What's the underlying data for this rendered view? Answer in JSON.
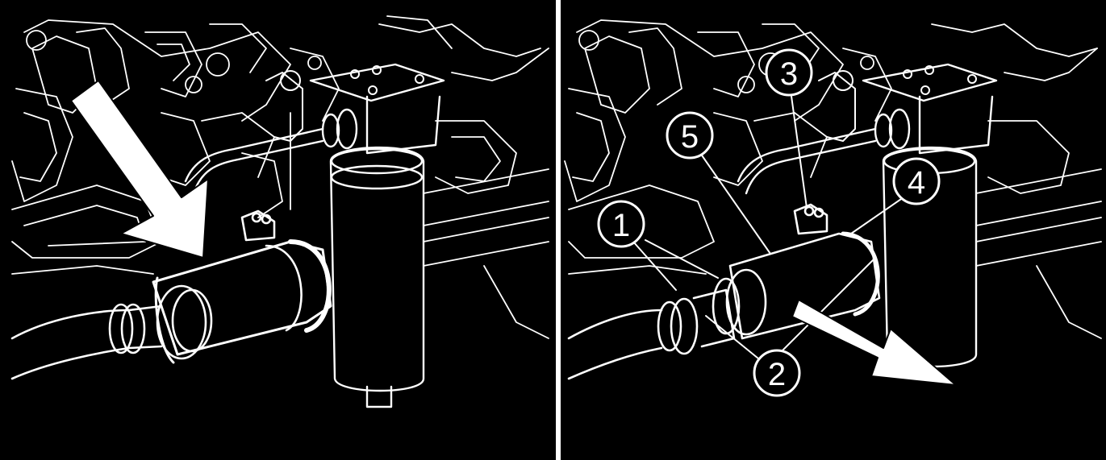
{
  "panels": [
    {
      "id": "left",
      "view": "before-removal"
    },
    {
      "id": "right",
      "view": "removal"
    }
  ],
  "callouts": [
    {
      "label": "1"
    },
    {
      "label": "2"
    },
    {
      "label": "3"
    },
    {
      "label": "4"
    },
    {
      "label": "5"
    }
  ],
  "colors": {
    "background": "#000000",
    "linework": "#ffffff",
    "divider": "#ffffff"
  },
  "icons": [
    "direction-arrow-icon",
    "removal-arrow-icon"
  ]
}
